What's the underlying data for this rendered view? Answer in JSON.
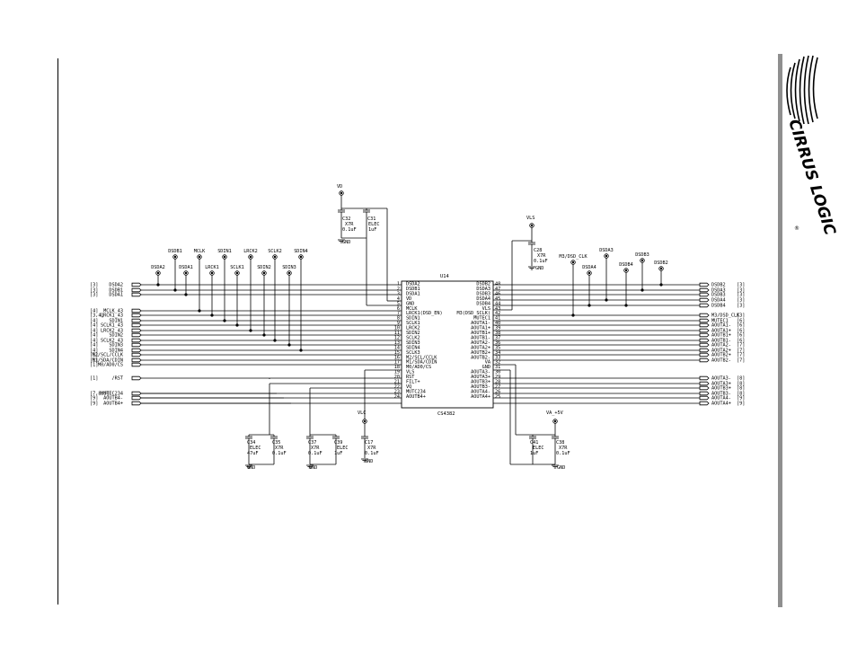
{
  "brand": {
    "name": "CIRRUS LOGIC",
    "registered": "®"
  },
  "chip": {
    "ref": "U14",
    "part": "CS4382",
    "left_pins": [
      {
        "num": "1",
        "name": "DSDA2"
      },
      {
        "num": "2",
        "name": "DSDB1"
      },
      {
        "num": "3",
        "name": "DSDA1"
      },
      {
        "num": "4",
        "name": "VD"
      },
      {
        "num": "5",
        "name": "GND"
      },
      {
        "num": "6",
        "name": "MCLK"
      },
      {
        "num": "7",
        "name": "LRCK1(DSD_EN)"
      },
      {
        "num": "8",
        "name": "SDIN1"
      },
      {
        "num": "9",
        "name": "SCLK1"
      },
      {
        "num": "10",
        "name": "LRCK2"
      },
      {
        "num": "11",
        "name": "SDIN2"
      },
      {
        "num": "12",
        "name": "SCLK2"
      },
      {
        "num": "13",
        "name": "SDIN3"
      },
      {
        "num": "14",
        "name": "SDIN4"
      },
      {
        "num": "15",
        "name": "SCLK3"
      },
      {
        "num": "16",
        "name": "M2/SCL/CCLK"
      },
      {
        "num": "17",
        "name": "M1/SDA/CDIN"
      },
      {
        "num": "18",
        "name": "M0/AD0/CS"
      },
      {
        "num": "19",
        "name": "VLS"
      },
      {
        "num": "20",
        "name": "RST"
      },
      {
        "num": "21",
        "name": "FILT+"
      },
      {
        "num": "22",
        "name": "VQ"
      },
      {
        "num": "23",
        "name": "MUTC234"
      },
      {
        "num": "24",
        "name": "AOUTB4+"
      }
    ],
    "right_pins": [
      {
        "num": "48",
        "name": "DSDB2"
      },
      {
        "num": "47",
        "name": "DSDA3"
      },
      {
        "num": "46",
        "name": "DSDB3"
      },
      {
        "num": "45",
        "name": "DSDA4"
      },
      {
        "num": "44",
        "name": "DSDB4"
      },
      {
        "num": "43",
        "name": "VLS"
      },
      {
        "num": "42",
        "name": "M3(DSD_SCLK)"
      },
      {
        "num": "41",
        "name": "MUTEC1"
      },
      {
        "num": "40",
        "name": "AOUTA1-"
      },
      {
        "num": "39",
        "name": "AOUTA1+"
      },
      {
        "num": "38",
        "name": "AOUTB1+"
      },
      {
        "num": "37",
        "name": "AOUTB1-"
      },
      {
        "num": "36",
        "name": "AOUTA2-"
      },
      {
        "num": "35",
        "name": "AOUTA2+"
      },
      {
        "num": "34",
        "name": "AOUTB2+"
      },
      {
        "num": "33",
        "name": "AOUTB2-"
      },
      {
        "num": "32",
        "name": "VA"
      },
      {
        "num": "31",
        "name": "GND"
      },
      {
        "num": "30",
        "name": "AOUTA3-"
      },
      {
        "num": "29",
        "name": "AOUTA3+"
      },
      {
        "num": "28",
        "name": "AOUTB3+"
      },
      {
        "num": "27",
        "name": "AOUTB3-"
      },
      {
        "num": "26",
        "name": "AOUTA4-"
      },
      {
        "num": "25",
        "name": "AOUTA4+"
      }
    ]
  },
  "left_connectors": [
    {
      "ref": "[3]",
      "net": "DSDA2"
    },
    {
      "ref": "[3]",
      "net": "DSDB1"
    },
    {
      "ref": "[3]",
      "net": "DSDA1"
    },
    {
      "ref": "[4]",
      "net": "MCLK_43"
    },
    {
      "ref": "[3,4]",
      "net": "LRCK1_43"
    },
    {
      "ref": "[4]",
      "net": "SDIN1"
    },
    {
      "ref": "[4]",
      "net": "SCLK1_43"
    },
    {
      "ref": "[4]",
      "net": "LRCK2_43"
    },
    {
      "ref": "[4]",
      "net": "SDIN2"
    },
    {
      "ref": "[4]",
      "net": "SCLK2_43"
    },
    {
      "ref": "[4]",
      "net": "SDIN3"
    },
    {
      "ref": "[4]",
      "net": "SDIN4"
    },
    {
      "ref": "[1]",
      "net": "M2/SCL/CCLK"
    },
    {
      "ref": "[1]",
      "net": "M1/SDA/CDIN"
    },
    {
      "ref": "[1]",
      "net": "M0/AD0/CS"
    },
    {
      "ref": "[1]",
      "net": "/RST"
    },
    {
      "ref": "[7,8,9]",
      "net": "MUTEC234"
    },
    {
      "ref": "[9]",
      "net": "AOUTB4-"
    },
    {
      "ref": "[9]",
      "net": "AOUTB4+"
    }
  ],
  "right_connectors": [
    {
      "net": "DSDB2",
      "ref": "[3]"
    },
    {
      "net": "DSDA3",
      "ref": "[3]"
    },
    {
      "net": "DSDB3",
      "ref": "[3]"
    },
    {
      "net": "DSDA4",
      "ref": "[3]"
    },
    {
      "net": "DSDB4",
      "ref": "[3]"
    },
    {
      "net": "M3/DSD_CLK",
      "ref": "[3]"
    },
    {
      "net": "MUTEC1",
      "ref": "[6]"
    },
    {
      "net": "AOUTA1-",
      "ref": "[6]"
    },
    {
      "net": "AOUTA1+",
      "ref": "[6]"
    },
    {
      "net": "AOUTB1+",
      "ref": "[6]"
    },
    {
      "net": "AOUTB1-",
      "ref": "[6]"
    },
    {
      "net": "AOUTA2-",
      "ref": "[7]"
    },
    {
      "net": "AOUTA2+",
      "ref": "[7]"
    },
    {
      "net": "AOUTB2+",
      "ref": "[7]"
    },
    {
      "net": "AOUTB2-",
      "ref": "[7]"
    },
    {
      "net": "AOUTA3-",
      "ref": "[8]"
    },
    {
      "net": "AOUTA3+",
      "ref": "[8]"
    },
    {
      "net": "AOUTB3+",
      "ref": "[8]"
    },
    {
      "net": "AOUTB3-",
      "ref": "[8]"
    },
    {
      "net": "AOUTA4-",
      "ref": "[9]"
    },
    {
      "net": "AOUTA4+",
      "ref": "[9]"
    }
  ],
  "test_points_top_left": [
    "DSDB1",
    "MCLK",
    "SDIN1",
    "LRCK2",
    "SCLK2",
    "SDIN4"
  ],
  "test_points_bottom_left": [
    "DSDA2",
    "DSDA1",
    "LRCK1",
    "SCLK1",
    "SDIN2",
    "SDIN3"
  ],
  "test_points_right": [
    "M3/DSD_CLK",
    "DSDA4",
    "DSDA3",
    "DSDB4",
    "DSDB3",
    "DSDB2"
  ],
  "rails": {
    "vd": "VD",
    "vls": "VLS",
    "vlc": "VLC",
    "va": "VA_+5V",
    "gnd": "GND"
  },
  "capacitors": [
    {
      "ref": "C32",
      "type": "X7R",
      "value": "0.1uF"
    },
    {
      "ref": "C31",
      "type": "ELEC",
      "value": "1uF"
    },
    {
      "ref": "C28",
      "type": "X7R",
      "value": "0.1uF"
    },
    {
      "ref": "C34",
      "type": "ELEC",
      "value": "47uF"
    },
    {
      "ref": "C35",
      "type": "X7R",
      "value": "0.1uF"
    },
    {
      "ref": "C37",
      "type": "X7R",
      "value": "0.1uF"
    },
    {
      "ref": "C39",
      "type": "ELEC",
      "value": "1uF"
    },
    {
      "ref": "C17",
      "type": "X7R",
      "value": "0.1uF"
    },
    {
      "ref": "C41",
      "type": "ELEC",
      "value": "1uF"
    },
    {
      "ref": "C38",
      "type": "X7R",
      "value": "0.1uF"
    }
  ]
}
